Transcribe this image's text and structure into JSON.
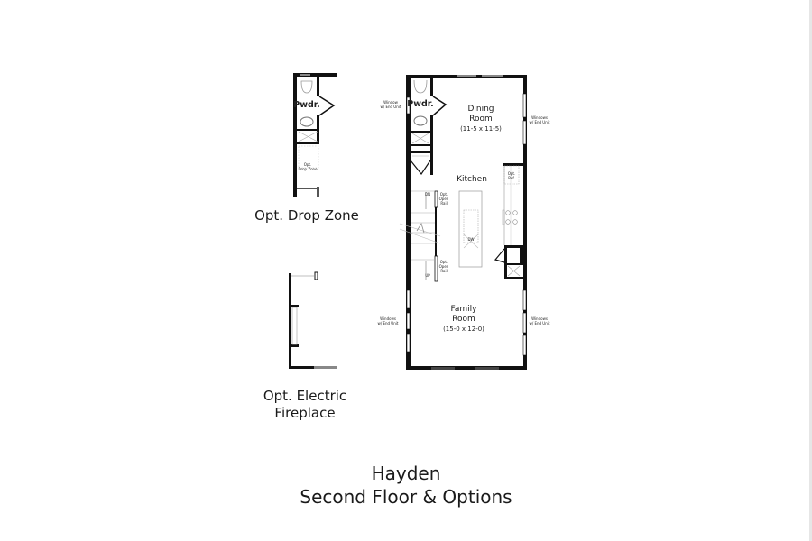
{
  "title": {
    "line1": "Hayden",
    "line2": "Second Floor & Options"
  },
  "options": {
    "drop_zone": {
      "caption": "Opt. Drop Zone",
      "room_label": "Pwdr.",
      "note_line1": "Opt.",
      "note_line2": "Drop Zone"
    },
    "fireplace": {
      "caption_line1": "Opt. Electric",
      "caption_line2": "Fireplace"
    }
  },
  "main_plan": {
    "powder_label": "Pwdr.",
    "dining": {
      "name_line1": "Dining",
      "name_line2": "Room",
      "dims": "(11-5 x 11-5)"
    },
    "kitchen": {
      "name": "Kitchen",
      "dw": "DW",
      "ref_line1": "Opt.",
      "ref_line2": "Ref."
    },
    "family": {
      "name_line1": "Family",
      "name_line2": "Room",
      "dims": "(15-0 x 12-0)"
    },
    "stairs": {
      "dn": "DN",
      "up": "UP",
      "rail_top": [
        "Opt.",
        "Open",
        "Rail"
      ],
      "rail_bottom": [
        "Opt.",
        "Open",
        "Rail"
      ]
    },
    "window_notes": {
      "left_top": [
        "Window",
        "w/ End Unit"
      ],
      "right_top": [
        "Windows",
        "w/ End Unit"
      ],
      "left_bottom": [
        "Windows",
        "w/ End Unit"
      ],
      "right_bottom": [
        "Windows",
        "w/ End Unit"
      ]
    }
  },
  "colors": {
    "wall": "#111111",
    "window": "#8a8a8a",
    "thin_line": "#9a9a9a",
    "background": "#ffffff"
  }
}
